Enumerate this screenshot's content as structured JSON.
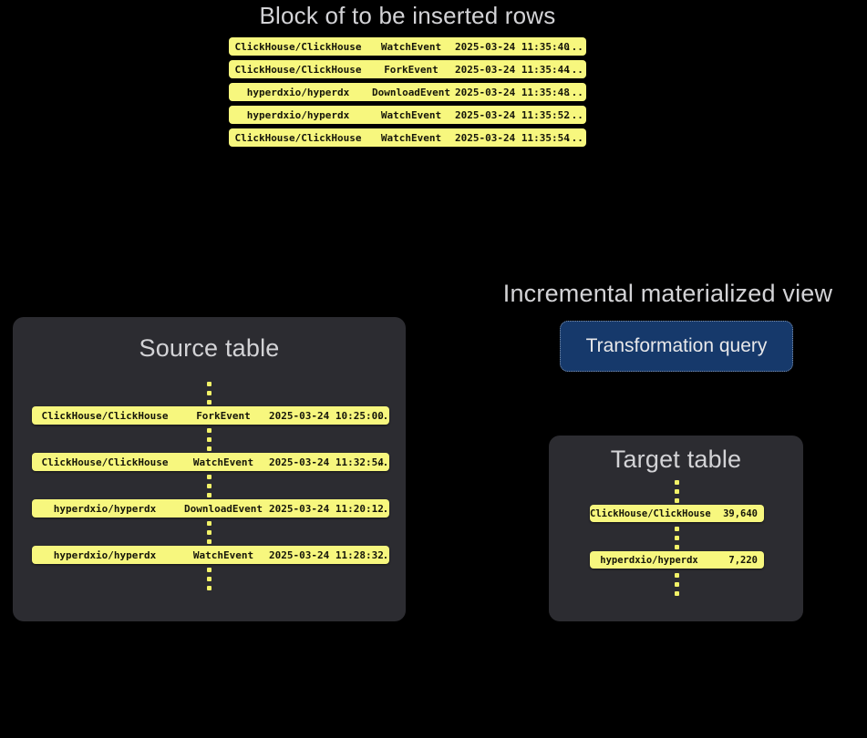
{
  "page": {
    "background": "#000000",
    "accent_yellow": "#f7f77e",
    "card_bg": "#2c2c31",
    "query_bg": "#16396b",
    "heading_color": "#d3d3d6"
  },
  "block": {
    "title": "Block of to be inserted rows",
    "rows": [
      {
        "repo": "ClickHouse/ClickHouse",
        "event": "WatchEvent",
        "timestamp": "2025-03-24 11:35:40",
        "ellipsis": "..."
      },
      {
        "repo": "ClickHouse/ClickHouse",
        "event": "ForkEvent",
        "timestamp": "2025-03-24 11:35:44",
        "ellipsis": "..."
      },
      {
        "repo": "hyperdxio/hyperdx",
        "event": "DownloadEvent",
        "timestamp": "2025-03-24 11:35:48",
        "ellipsis": "..."
      },
      {
        "repo": "hyperdxio/hyperdx",
        "event": "WatchEvent",
        "timestamp": "2025-03-24 11:35:52",
        "ellipsis": "..."
      },
      {
        "repo": "ClickHouse/ClickHouse",
        "event": "WatchEvent",
        "timestamp": "2025-03-24 11:35:54",
        "ellipsis": "..."
      }
    ]
  },
  "source_table": {
    "title": "Source table",
    "rows": [
      {
        "repo": "ClickHouse/ClickHouse",
        "event": "ForkEvent",
        "timestamp": "2025-03-24 10:25:00",
        "ellipsis": "..."
      },
      {
        "repo": "ClickHouse/ClickHouse",
        "event": "WatchEvent",
        "timestamp": "2025-03-24 11:32:54",
        "ellipsis": "..."
      },
      {
        "repo": "hyperdxio/hyperdx",
        "event": "DownloadEvent",
        "timestamp": "2025-03-24 11:20:12",
        "ellipsis": "..."
      },
      {
        "repo": "hyperdxio/hyperdx",
        "event": "WatchEvent",
        "timestamp": "2025-03-24 11:28:32",
        "ellipsis": "..."
      }
    ]
  },
  "materialized_view": {
    "title": "Incremental materialized view",
    "query_label": "Transformation query"
  },
  "target_table": {
    "title": "Target table",
    "rows": [
      {
        "repo": "ClickHouse/ClickHouse",
        "count": "39,640"
      },
      {
        "repo": "hyperdxio/hyperdx",
        "count": "7,220"
      }
    ]
  }
}
